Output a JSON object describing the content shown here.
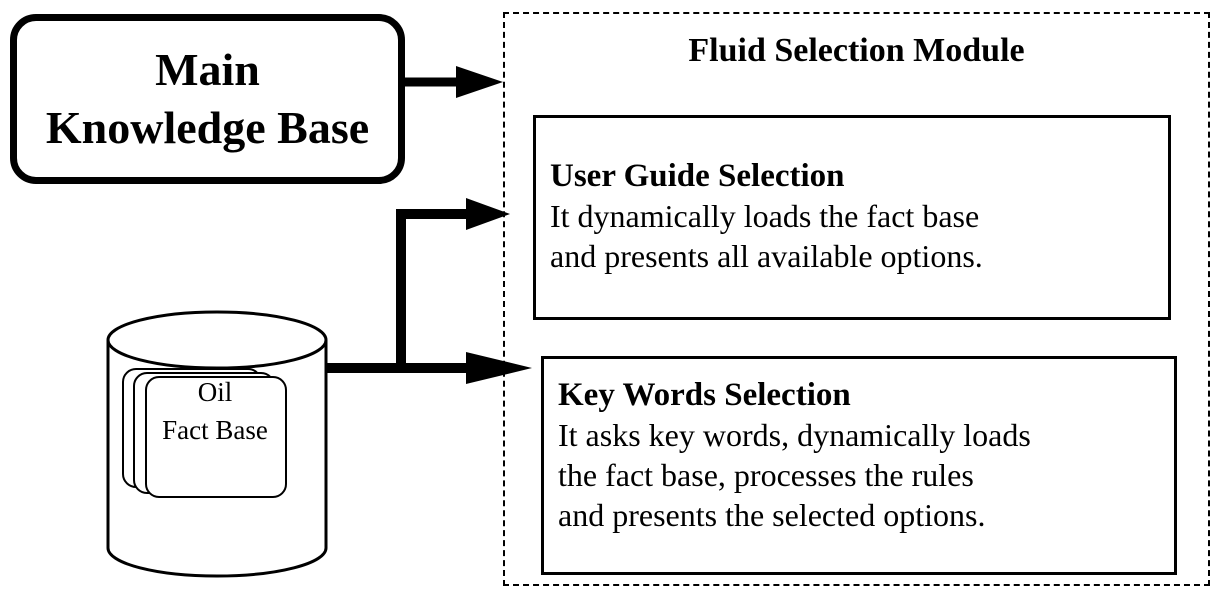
{
  "main_knowledge_base": {
    "line1": "Main",
    "line2": "Knowledge Base"
  },
  "module": {
    "title": "Fluid Selection Module"
  },
  "user_guide": {
    "title": "User Guide Selection",
    "lines": [
      "It dynamically loads the fact base",
      "and presents all available options."
    ]
  },
  "key_words": {
    "title": "Key Words Selection",
    "lines": [
      "It asks key words, dynamically loads",
      "the fact base, processes the rules",
      "and presents the selected options."
    ]
  },
  "fact_base": {
    "line1": "Oil",
    "line2": "Fact Base"
  }
}
